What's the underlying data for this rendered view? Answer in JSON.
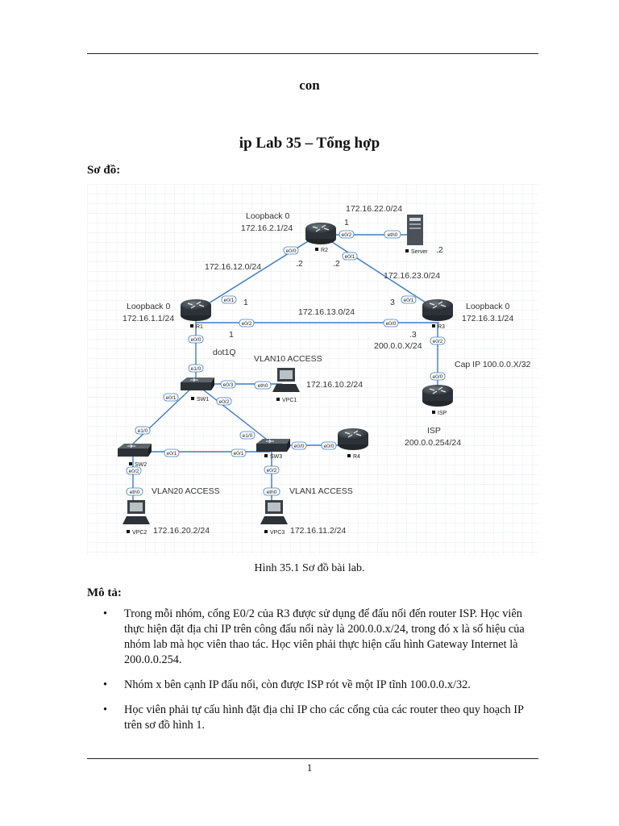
{
  "header": {
    "subtitle": "con",
    "title": "ip Lab 35 – Tổng hợp"
  },
  "section_diagram": "Sơ đồ:",
  "diagram": {
    "nodes": {
      "r1": "R1",
      "r2": "R2",
      "r3": "R3",
      "isp": "ISP",
      "r4": "R4",
      "sw1": "SW1",
      "sw2": "SW2",
      "sw3": "SW3",
      "vpc1": "VPC1",
      "vpc2": "VPC2",
      "vpc3": "VPC3",
      "server": "Server"
    },
    "labels": {
      "r2_loop_title": "Loopback 0",
      "r2_loop_ip": "172.16.2.1/24",
      "net_22": "172.16.22.0/24",
      "r2_dot1": "1",
      "server_dot2": ".2",
      "net_12": "172.16.12.0/24",
      "r2_dot2a": ".2",
      "r2_dot2b": ".2",
      "net_23": "172.16.23.0/24",
      "r1_loop_title": "Loopback 0",
      "r1_loop_ip": "172.16.1.1/24",
      "r1_dot1a": "1",
      "r1_dot1b": "1",
      "net_13": "172.16.13.0/24",
      "r3_dot3a": "3",
      "r3_dot3b": ".3",
      "r3_loop_title": "Loopback 0",
      "r3_loop_ip": "172.16.3.1/24",
      "isp_link": "200.0.0.X/24",
      "cap_ip": "Cap IP 100.0.0.X/32",
      "isp_name": "ISP",
      "isp_ip": "200.0.0.254/24",
      "dot1q": "dot1Q",
      "vlan10": "VLAN10 ACCESS",
      "vpc1_ip": "172.16.10.2/24",
      "vlan20": "VLAN20 ACCESS",
      "vpc2_ip": "172.16.20.2/24",
      "vlan1": "VLAN1 ACCESS",
      "vpc3_ip": "172.16.11.2/24"
    },
    "ports": {
      "r2_e00": "e0/0",
      "r2_e02": "e0/2",
      "r2_e01": "e0/1",
      "srv_eth0": "eth0",
      "r1_e01": "e0/1",
      "r1_e02": "e0/2",
      "r1_e00": "e0/0",
      "r3_e01": "e0/1",
      "r3_e00": "e0/0",
      "r3_e02": "e0/2",
      "isp_e00": "e0/0",
      "sw1_e10": "e1/0",
      "sw1_e01": "e0/1",
      "sw1_e03": "e0/3",
      "sw1_e02": "e0/2",
      "vpc1_eth0": "eth0",
      "sw2_e10": "e1/0",
      "sw2_e01": "e0/1",
      "sw2_e02": "e0/2",
      "vpc2_eth0": "eth0",
      "sw3_e10": "e1/0",
      "sw3_e01": "e0/1",
      "sw3_e00": "e0/0",
      "sw3_e02": "e0/2",
      "r4_e00": "e0/0",
      "vpc3_eth0": "eth0"
    }
  },
  "caption": "Hình 35.1 Sơ đồ bài lab.",
  "section_desc": "Mô tả:",
  "bullets": [
    "Trong mỗi nhóm, cổng E0/2 của R3 được sử dụng để đấu nối đến router ISP. Học viên thực hiện đặt địa chỉ IP trên công đấu nối này là 200.0.0.x/24, trong đó x là số hiệu của nhóm lab mà học viên thao tác. Học viên phải thực hiện cấu hình Gateway Internet là 200.0.0.254.",
    "Nhóm x bên cạnh IP đấu nối, còn được ISP rót về một IP tĩnh 100.0.0.x/32.",
    "Học viên phải tự cấu hình đặt địa chỉ IP cho các cổng của các router theo quy hoạch IP trên sơ đồ hình 1."
  ],
  "page_number": "1"
}
